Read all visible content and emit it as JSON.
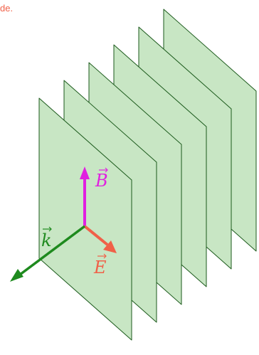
{
  "corner_text": "de.",
  "planes": {
    "count": 6
  },
  "vectors": {
    "B": {
      "symbol": "B",
      "color": "#e020e0"
    },
    "E": {
      "symbol": "E",
      "color": "#f06048"
    },
    "k": {
      "symbol": "k",
      "color": "#1e8a1e"
    }
  },
  "colors": {
    "plane_fill": "#c8e6c4",
    "plane_edge": "#1c5a1c",
    "corner_text": "#f06048"
  }
}
